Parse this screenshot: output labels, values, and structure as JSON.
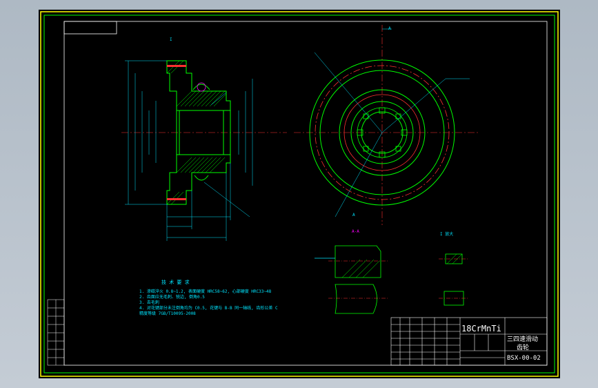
{
  "colors": {
    "sheet": "#000000",
    "frame_outer": "#ffff00",
    "frame_inner": "#00ff00",
    "border": "#ffffff",
    "part": "#00ff00",
    "dimension": "#00e5ff",
    "center": "#ff3030",
    "hatch": "#00ff00",
    "section_marker": "#ff00ff"
  },
  "title_block": {
    "material": "18CrMnTi",
    "name_line1": "三四速滑动",
    "name_line2": "齿轮",
    "drawing_no": "BSX-00-02"
  },
  "labels": {
    "section_a": "A",
    "section_a2": "A",
    "view_label": "A-A",
    "detail_label": "I",
    "right_label": "I 放大"
  },
  "tech_req": {
    "heading": "技  术  要  求",
    "lines": [
      "1. 渗碳淬火 0.8~1.2, 表面硬度 HRC58~62, 心部硬度 HRC33~48",
      "2. 齿面应无毛刺、锐边, 倒角0.5",
      "3. 去毛刺",
      "4. 对花键部分未注倒角均为 C0.5, 花键与 B-B 同一轴线, 齿形公差 C",
      "   精度等级 7GB/T10095-2008"
    ]
  }
}
